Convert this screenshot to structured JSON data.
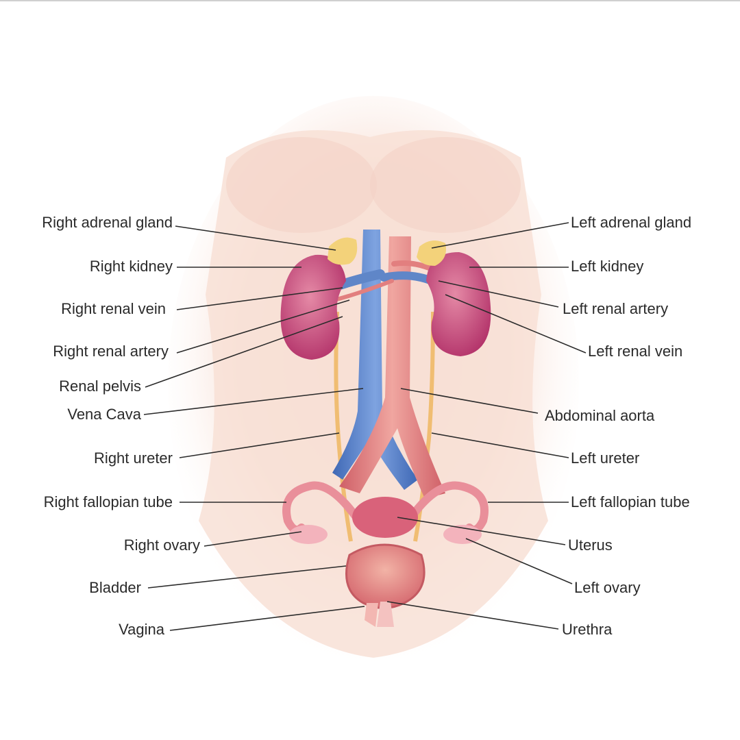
{
  "labels": {
    "right_adrenal_gland": "Right adrenal gland",
    "right_kidney": "Right kidney",
    "right_renal_vein": "Right renal vein",
    "right_renal_artery": "Right renal artery",
    "renal_pelvis": "Renal pelvis",
    "vena_cava": "Vena Cava",
    "right_ureter": "Right ureter",
    "right_fallopian_tube": "Right fallopian tube",
    "right_ovary": "Right ovary",
    "bladder": "Bladder",
    "vagina": "Vagina",
    "left_adrenal_gland": "Left adrenal gland",
    "left_kidney": "Left kidney",
    "left_renal_artery": "Left renal artery",
    "left_renal_vein": "Left renal vein",
    "abdominal_aorta": "Abdominal aorta",
    "left_ureter": "Left ureter",
    "left_fallopian_tube": "Left fallopian tube",
    "uterus": "Uterus",
    "left_ovary": "Left ovary",
    "urethra": "Urethra"
  },
  "colors": {
    "skin": "#f7ddd2",
    "kidney": "#c8457a",
    "vein": "#5f86c8",
    "aorta": "#e27f7f",
    "adrenal": "#f3d27a",
    "ureter": "#f2c27a",
    "uterus": "#d9627a",
    "bladder": "#e48a86",
    "leader": "#2b2b2b"
  }
}
